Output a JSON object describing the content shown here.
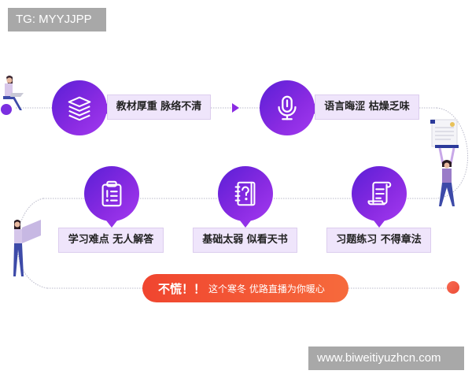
{
  "watermarks": {
    "top": "TG: MYYJJPP",
    "bottom": "www.biweitiyuzhcn.com"
  },
  "steps": [
    {
      "icon": "books-stack-icon",
      "label": "教材厚重 脉络不清"
    },
    {
      "icon": "microphone-icon",
      "label": "语言晦涩 枯燥乏味"
    },
    {
      "icon": "clipboard-list-icon",
      "label": "学习难点 无人解答"
    },
    {
      "icon": "question-notebook-icon",
      "label": "基础太弱 似看天书"
    },
    {
      "icon": "scroll-document-icon",
      "label": "习题练习 不得章法"
    }
  ],
  "cta": {
    "strong": "不慌！！",
    "sub": "这个寒冬 优路直播为你暖心"
  },
  "colors": {
    "purple_start": "#5a1fd6",
    "purple_end": "#a23af0",
    "label_bg": "#efe5fb",
    "cta_start": "#f0452f",
    "cta_end": "#f66a3c"
  }
}
